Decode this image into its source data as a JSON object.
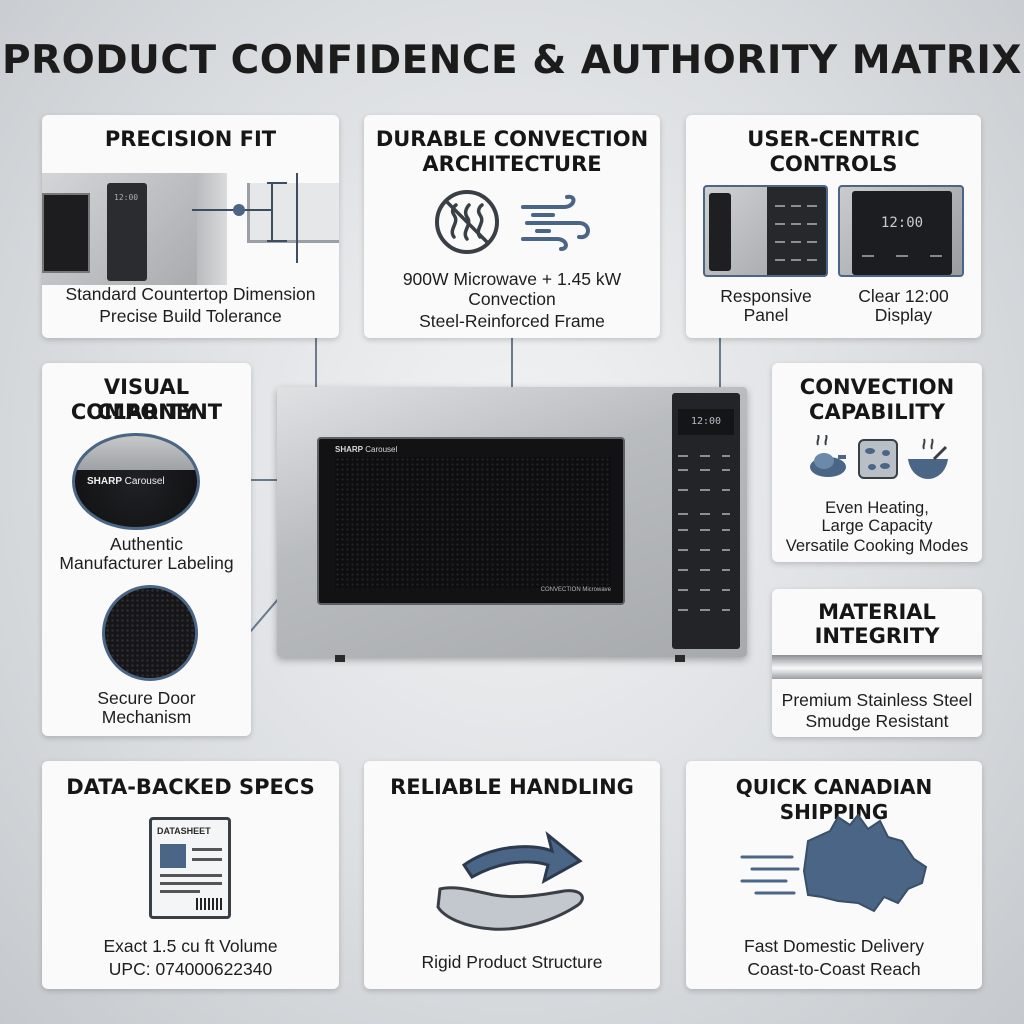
{
  "page": {
    "title": "PRODUCT CONFIDENCE & AUTHORITY MATRIX"
  },
  "cards": {
    "precision_fit": {
      "title": "PRECISION FIT",
      "lines": [
        "Standard Countertop Dimension",
        "Precise Build Tolerance"
      ],
      "panel_readout": "12:00"
    },
    "durable": {
      "title_lines": [
        "DURABLE CONVECTION",
        "ARCHITECTURE"
      ],
      "lines": [
        "900W Microwave + 1.45 kW",
        "Convection",
        "Steel-Reinforced Frame"
      ]
    },
    "controls": {
      "title_lines": [
        "USER-CENTRIC",
        "CONTROLS"
      ],
      "left_label_lines": [
        "Responsive",
        "Panel"
      ],
      "right_label_lines": [
        "Clear 12:00",
        "Display"
      ],
      "display_readout": "12:00"
    },
    "visual": {
      "title_lines": [
        "VISUAL COMPONENT",
        "CLARITY"
      ],
      "brand_brand": "SHARP",
      "brand_model": "Carousel",
      "label1_lines": [
        "Authentic",
        "Manufacturer Labeling"
      ],
      "label2_lines": [
        "Secure Door",
        "Mechanism"
      ]
    },
    "convection": {
      "title_lines": [
        "CONVECTION",
        "CAPABILITY"
      ],
      "lines": [
        "Even Heating,",
        "Large Capacity",
        "Versatile Cooking Modes"
      ]
    },
    "material": {
      "title_lines": [
        "MATERIAL",
        "INTEGRITY"
      ],
      "lines": [
        "Premium Stainless Steel",
        "Smudge Resistant"
      ]
    },
    "specs": {
      "title": "DATA-BACKED SPECS",
      "doc_label": "DATASHEET",
      "lines": [
        "Exact 1.5 cu ft Volume",
        "UPC: 074000622340"
      ]
    },
    "handling": {
      "title": "RELIABLE HANDLING",
      "lines": [
        "Rigid Product Structure"
      ]
    },
    "shipping": {
      "title": "QUICK CANADIAN SHIPPING",
      "lines": [
        "Fast Domestic Delivery",
        "Coast-to-Coast Reach"
      ]
    }
  },
  "microwave": {
    "brand": "SHARP",
    "model": "Carousel",
    "door_label": "CONVECTION Microwave",
    "display": "12:00"
  },
  "colors": {
    "accent": "#4a6585",
    "line": "#6b7a8c",
    "steel": "#b9bcbf"
  }
}
